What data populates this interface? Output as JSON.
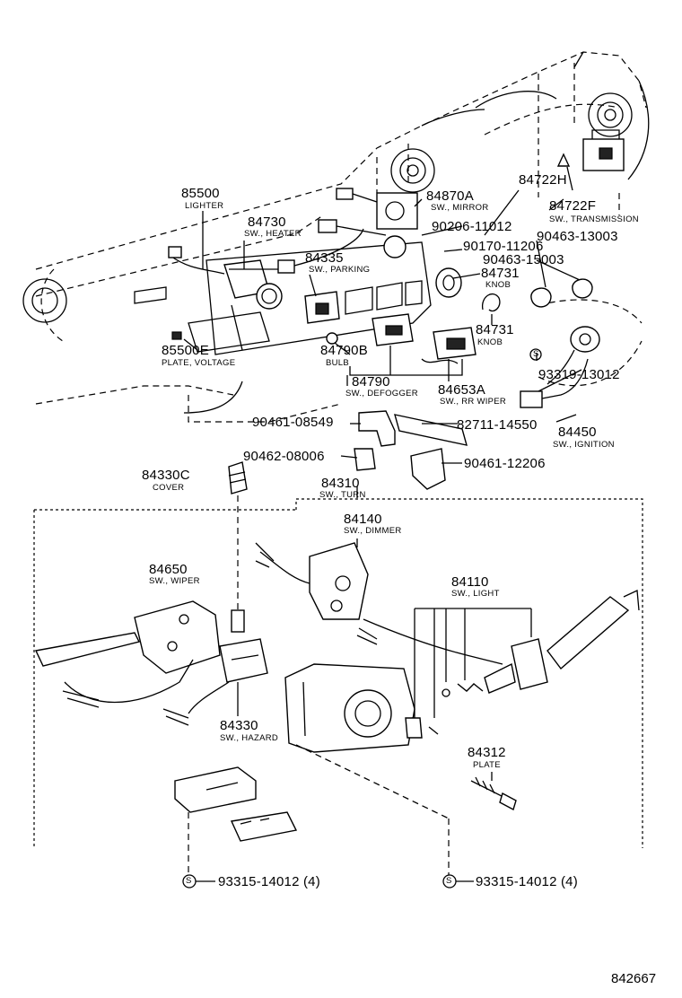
{
  "parts": {
    "p85500": {
      "number": "85500",
      "desc": "LIGHTER"
    },
    "p84730": {
      "number": "84730",
      "desc": "SW., HEATER"
    },
    "p84870A": {
      "number": "84870A",
      "desc": "SW., MIRROR"
    },
    "p84722H": {
      "number": "84722H"
    },
    "p84722F": {
      "number": "84722F",
      "desc": "SW., TRANSMISSION"
    },
    "p90206": {
      "number": "90206-11012"
    },
    "p90170": {
      "number": "90170-11206"
    },
    "p90463a": {
      "number": "90463-13003"
    },
    "p90463b": {
      "number": "90463-15003"
    },
    "p84335": {
      "number": "84335",
      "desc": "SW., PARKING"
    },
    "p84731a": {
      "number": "84731",
      "desc": "KNOB"
    },
    "p84731b": {
      "number": "84731",
      "desc": "KNOB"
    },
    "p85500E": {
      "number": "85500E",
      "desc": "PLATE, VOLTAGE"
    },
    "p84790B": {
      "number": "84790B",
      "desc": "BULB"
    },
    "p84790": {
      "number": "84790",
      "desc": "SW., DEFOGGER"
    },
    "p84653A": {
      "number": "84653A",
      "desc": "SW., RR WIPER"
    },
    "p93319": {
      "number": "93319-13012"
    },
    "p90461a": {
      "number": "90461-08549"
    },
    "p82711": {
      "number": "82711-14550"
    },
    "p84450": {
      "number": "84450",
      "desc": "SW., IGNITION"
    },
    "p90462": {
      "number": "90462-08006"
    },
    "p90461b": {
      "number": "90461-12206"
    },
    "p84330C": {
      "number": "84330C",
      "desc": "COVER"
    },
    "p84310": {
      "number": "84310",
      "desc": "SW., TURN"
    },
    "p84140": {
      "number": "84140",
      "desc": "SW., DIMMER"
    },
    "p84650": {
      "number": "84650",
      "desc": "SW., WIPER"
    },
    "p84110": {
      "number": "84110",
      "desc": "SW., LIGHT"
    },
    "p84330": {
      "number": "84330",
      "desc": "SW., HAZARD"
    },
    "p84312": {
      "number": "84312",
      "desc": "PLATE"
    },
    "p93315a": {
      "number": "93315-14012 (4)"
    },
    "p93315b": {
      "number": "93315-14012 (4)"
    }
  },
  "screw_symbol": "S",
  "diagram_ref": "842667"
}
